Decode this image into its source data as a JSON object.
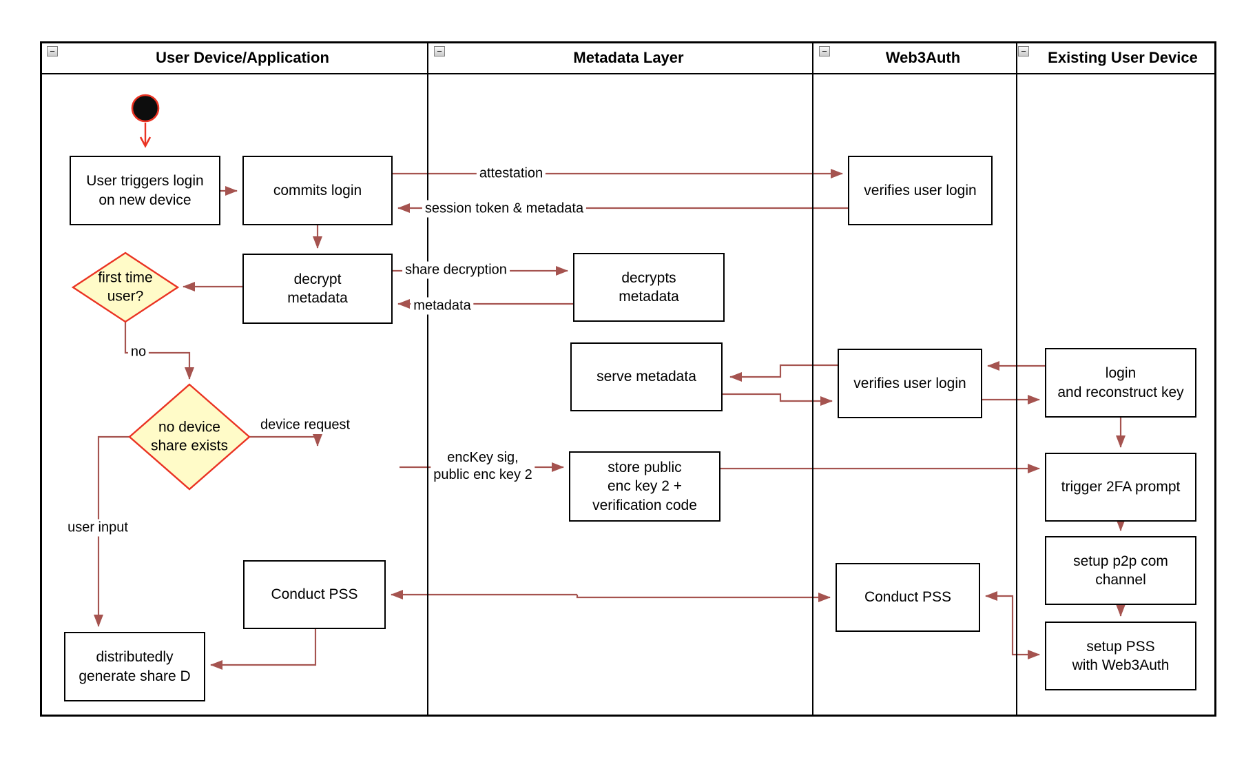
{
  "lanes": [
    {
      "title": "User Device/Application",
      "collapse_icon": "minus-icon"
    },
    {
      "title": "Metadata Layer",
      "collapse_icon": "minus-icon"
    },
    {
      "title": "Web3Auth",
      "collapse_icon": "minus-icon"
    },
    {
      "title": "Existing User Device",
      "collapse_icon": "minus-icon"
    }
  ],
  "icons": {
    "collapse_glyph": "−"
  },
  "nodes": {
    "user_triggers": "User triggers login\non new device",
    "commits": "commits login",
    "decrypt": "decrypt\nmetadata",
    "decrypts": "decrypts\nmetadata",
    "serve": "serve metadata",
    "store": "store public\nenc key 2 +\nverification code",
    "verifies1": "verifies user login",
    "verifies2": "verifies user login",
    "login_reconstruct": "login\nand reconstruct key",
    "trigger_2fa": "trigger 2FA prompt",
    "p2p": "setup p2p com\nchannel",
    "setup_pss": "setup PSS\nwith Web3Auth",
    "conduct_user": "Conduct PSS",
    "conduct_web3": "Conduct PSS",
    "distributedly": "distributedly\ngenerate share D"
  },
  "decisions": {
    "first_time": "first time\nuser?",
    "no_device": "no device\nshare exists"
  },
  "edge_labels": {
    "attestation": "attestation",
    "session": "session token & metadata",
    "share_decryption": "share decryption",
    "metadata": "metadata",
    "no": "no",
    "device_request": "device request",
    "enckey": "encKey sig,\npublic enc key 2",
    "user_input": "user input"
  },
  "colors": {
    "connector": "#a5534f",
    "accent": "#ea3323",
    "decision_fill": "#fffbc8"
  }
}
